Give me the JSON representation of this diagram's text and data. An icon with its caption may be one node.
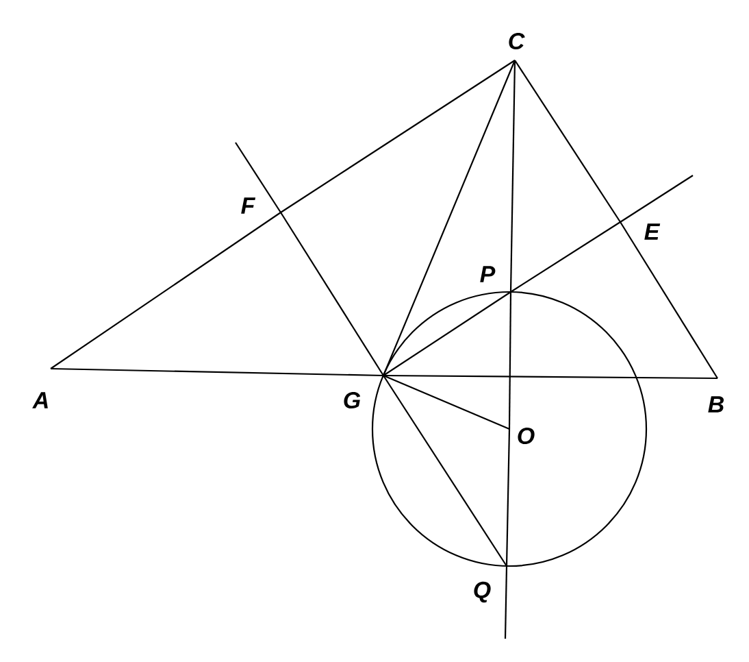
{
  "diagram": {
    "nodes": [
      {
        "text": [
          "C"
        ]
      },
      {
        "text": [
          "F"
        ]
      },
      {
        "text": [
          "E"
        ]
      },
      {
        "text": [
          "P"
        ]
      },
      {
        "text": [
          "A"
        ]
      },
      {
        "text": [
          "G"
        ]
      },
      {
        "text": [
          "B"
        ]
      },
      {
        "text": [
          "O"
        ]
      },
      {
        "text": [
          "Q"
        ]
      }
    ],
    "edges": [
      {
        "from": 4,
        "to": 1,
        "arrow": "none"
      },
      {
        "from": 1,
        "to": 0,
        "arrow": "none"
      },
      {
        "from": 4,
        "to": 5,
        "arrow": "none"
      },
      {
        "from": 5,
        "to": 6,
        "arrow": "none"
      },
      {
        "from": 0,
        "to": 2,
        "arrow": "none"
      },
      {
        "from": 2,
        "to": 6,
        "arrow": "none"
      },
      {
        "from": 0,
        "to": 3,
        "arrow": "none"
      },
      {
        "from": 3,
        "to": 7,
        "arrow": "none"
      },
      {
        "from": 7,
        "to": 8,
        "arrow": "none"
      },
      {
        "from": 5,
        "to": 3,
        "arrow": "none"
      },
      {
        "from": 3,
        "to": 2,
        "arrow": "none"
      },
      {
        "from": 5,
        "to": 7,
        "arrow": "none"
      },
      {
        "from": 5,
        "to": 8,
        "arrow": "none"
      },
      {
        "from": 1,
        "to": 5,
        "arrow": "none"
      },
      {
        "from": 0,
        "to": 5,
        "arrow": "none"
      }
    ]
  }
}
